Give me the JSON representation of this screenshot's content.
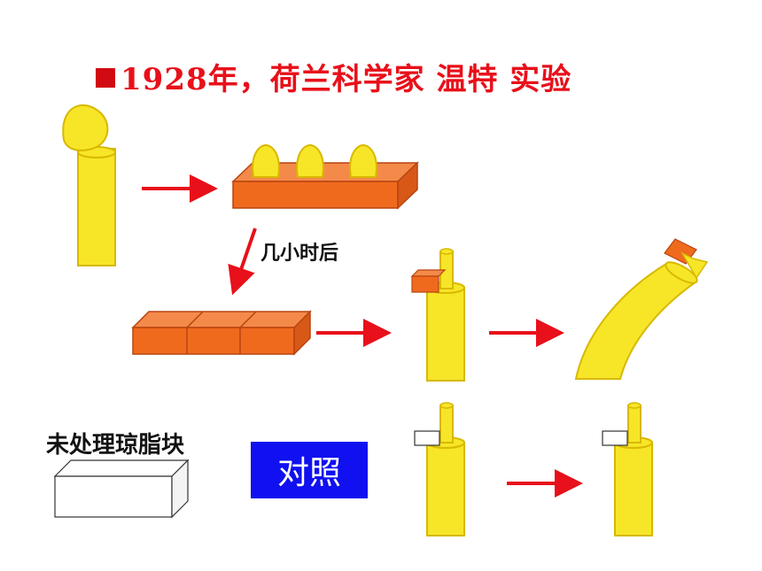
{
  "title": "1928年，荷兰科学家  温特  实验",
  "labels": {
    "after_hours": "几小时后",
    "untreated_agar": "未处理琼脂块",
    "control": "对照"
  },
  "colors": {
    "title_red": "#e8101a",
    "arrow_red": "#e8101a",
    "coleoptile_yellow": "#f7e627",
    "coleoptile_outline": "#d8b800",
    "agar_orange": "#f06a1e",
    "agar_outline": "#b84410",
    "control_blue": "#1010f0"
  }
}
